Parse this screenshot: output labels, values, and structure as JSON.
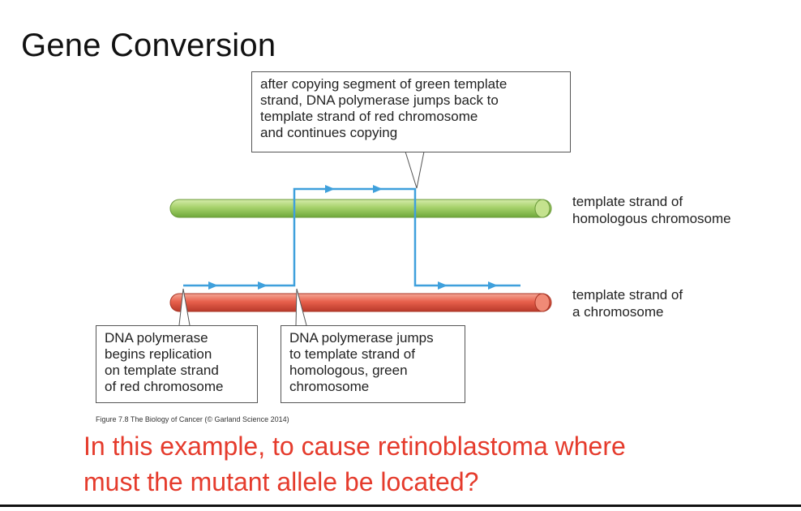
{
  "slide": {
    "title": "Gene Conversion",
    "question_lines": [
      "In this example, to cause retinoblastoma where",
      "must the mutant allele be located?"
    ],
    "caption": "Figure 7.8 The Biology of Cancer (© Garland Science 2014)"
  },
  "diagram": {
    "callout_top_lines": [
      "after copying segment of green template",
      "strand, DNA polymerase jumps back to",
      "template strand of red chromosome",
      "and continues copying"
    ],
    "callout_left_lines": [
      "DNA polymerase",
      "begins replication",
      "on template strand",
      "of red chromosome"
    ],
    "callout_mid_lines": [
      "DNA polymerase jumps",
      "to template strand of",
      "homologous, green",
      "chromosome"
    ],
    "green_label_lines": [
      "template strand of",
      "homologous chromosome"
    ],
    "red_label_lines": [
      "template strand of",
      "a chromosome"
    ],
    "colors": {
      "green_strand": "#a6d16a",
      "red_strand": "#e8604c",
      "new_strand": "#3fa0dc",
      "question_text": "#e53b2c"
    }
  }
}
